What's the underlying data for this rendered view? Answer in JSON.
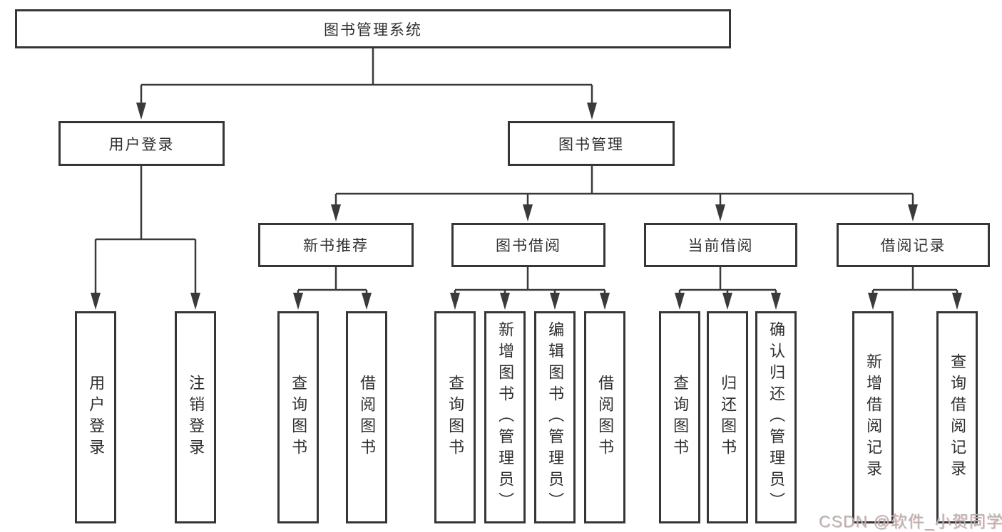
{
  "diagram_title": "图书管理系统",
  "tree": {
    "root": {
      "label": "图书管理系统"
    },
    "branches": [
      {
        "label": "用户登录",
        "children": [
          "用户登录",
          "注销登录"
        ]
      },
      {
        "label": "图书管理",
        "modules": [
          {
            "label": "新书推荐",
            "children": [
              "查询图书",
              "借阅图书"
            ]
          },
          {
            "label": "图书借阅",
            "children": [
              "查询图书",
              "新增图书（管理员）",
              "编辑图书（管理员）",
              "借阅图书"
            ]
          },
          {
            "label": "当前借阅",
            "children": [
              "查询图书",
              "归还图书",
              "确认归还（管理员）"
            ]
          },
          {
            "label": "借阅记录",
            "children": [
              "新增借阅记录",
              "查询借阅记录"
            ]
          }
        ]
      }
    ]
  },
  "watermark": "CSDN @软件_小贺同学",
  "colors": {
    "line": "#3a3a3a",
    "border": "#363636",
    "text": "#2f2f2f",
    "watermark": "#b5b5b5"
  }
}
